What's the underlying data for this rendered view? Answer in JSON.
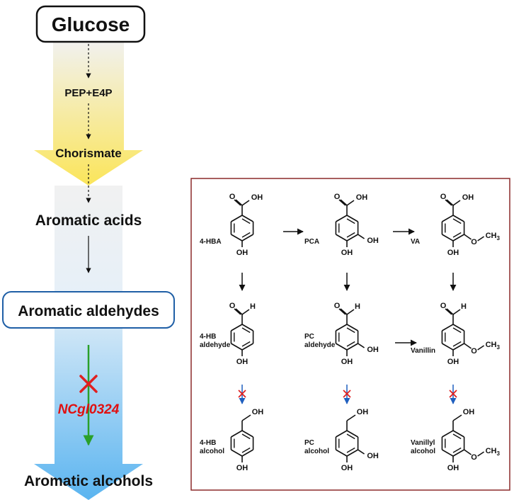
{
  "pathway": {
    "start": "Glucose",
    "intermediate": "PEP+E4P",
    "branch_point": "Chorismate",
    "acids": "Aromatic acids",
    "aldehydes": "Aromatic aldehydes",
    "gene": "NCgl0324",
    "end": "Aromatic alcohols"
  },
  "compounds": {
    "acids": [
      {
        "line1": "4-HBA",
        "line2": ""
      },
      {
        "line1": "PCA",
        "line2": ""
      },
      {
        "line1": "VA",
        "line2": ""
      }
    ],
    "aldehydes": [
      {
        "line1": "4-HB",
        "line2": "aldehyde"
      },
      {
        "line1": "PC",
        "line2": "aldehyde"
      },
      {
        "line1": "Vanillin",
        "line2": ""
      }
    ],
    "alcohols": [
      {
        "line1": "4-HB",
        "line2": "alcohol"
      },
      {
        "line1": "PC",
        "line2": "alcohol"
      },
      {
        "line1": "Vanillyl",
        "line2": "alcohol"
      }
    ]
  },
  "chem_labels": {
    "oh": "OH",
    "o": "O",
    "h": "H",
    "ch": "CH",
    "sub3": "3"
  },
  "colors": {
    "glucose_gradient_top": "#f2f2f2",
    "chorismate_yellow": "#fbe55a",
    "alcohol_blue": "#5ab4f0",
    "aldehyde_box_border": "#1f5fa6",
    "panel_border": "#8b2a2a",
    "gene_text": "#e01010",
    "knockout_x": "#e02020",
    "green_arrow": "#2aa02a",
    "blue_arrow": "#1f5fbf"
  }
}
